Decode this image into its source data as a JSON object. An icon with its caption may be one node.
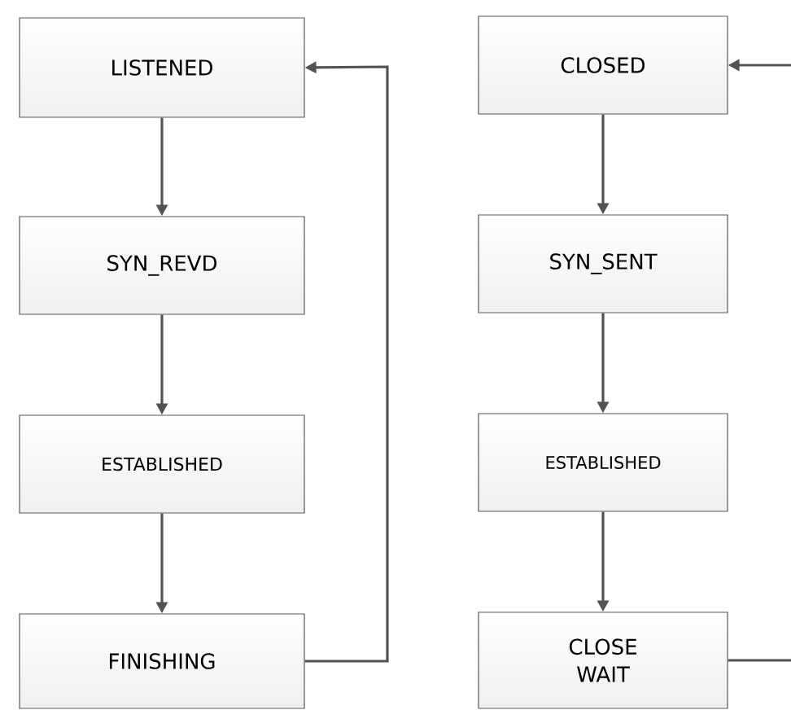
{
  "diagram": {
    "nodes": [
      {
        "text": [
          "LISTENED"
        ]
      },
      {
        "text": [
          "SYN_REVD"
        ]
      },
      {
        "text": [
          "ESTABLISHED"
        ]
      },
      {
        "text": [
          "FINISHING"
        ]
      },
      {
        "text": [
          "CLOSED"
        ]
      },
      {
        "text": [
          "SYN_SENT"
        ]
      },
      {
        "text": [
          "ESTABLISHED"
        ]
      },
      {
        "text": [
          "CLOSE WAIT"
        ]
      }
    ],
    "edges": [
      {
        "from": 0,
        "to": 1,
        "arrow": "to"
      },
      {
        "from": 1,
        "to": 2,
        "arrow": "to"
      },
      {
        "from": 2,
        "to": 3,
        "arrow": "to"
      },
      {
        "from": 3,
        "to": 0,
        "arrow": "to"
      },
      {
        "from": null,
        "to": 4,
        "arrow": "to"
      },
      {
        "from": 4,
        "to": 5,
        "arrow": "to"
      },
      {
        "from": 5,
        "to": 6,
        "arrow": "to"
      },
      {
        "from": 6,
        "to": 7,
        "arrow": "to"
      },
      {
        "from": 7,
        "to": null,
        "arrow": "none"
      }
    ]
  }
}
